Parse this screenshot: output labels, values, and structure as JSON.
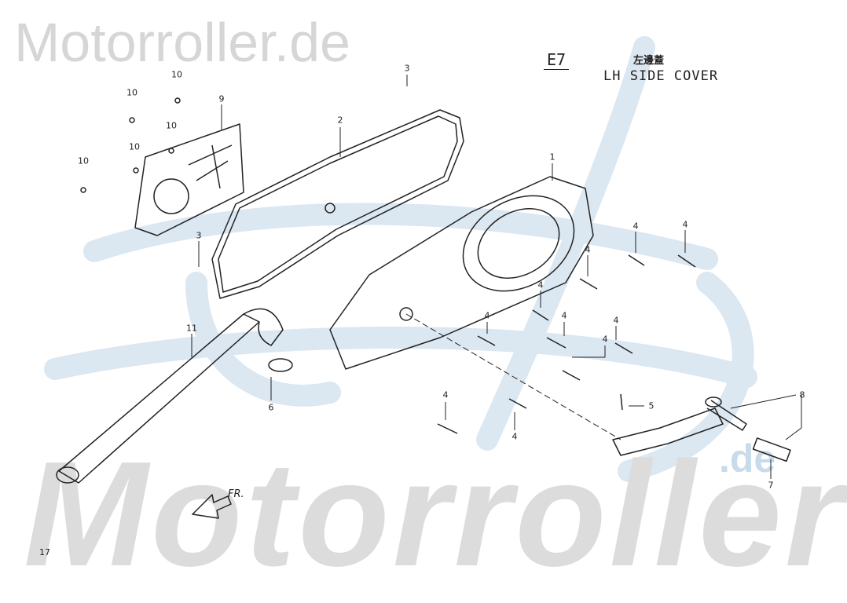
{
  "watermark": {
    "top": "Motorroller.de",
    "bottom": "Motorroller",
    "suffix": ".de"
  },
  "header": {
    "section_code": "E7",
    "title_cn": "左邊蓋",
    "title": "LH SIDE COVER"
  },
  "page_number": "17",
  "direction_label": "FR.",
  "colors": {
    "line": "#222222",
    "watermark_gray": "#d6d6d6",
    "watermark_blue": "#c9dbea"
  },
  "callouts": [
    "10",
    "10",
    "10",
    "10",
    "10",
    "9",
    "3",
    "2",
    "1",
    "3",
    "4",
    "4",
    "4",
    "4",
    "4",
    "4",
    "4",
    "4",
    "11",
    "6",
    "5",
    "8",
    "7",
    "4",
    "4"
  ]
}
